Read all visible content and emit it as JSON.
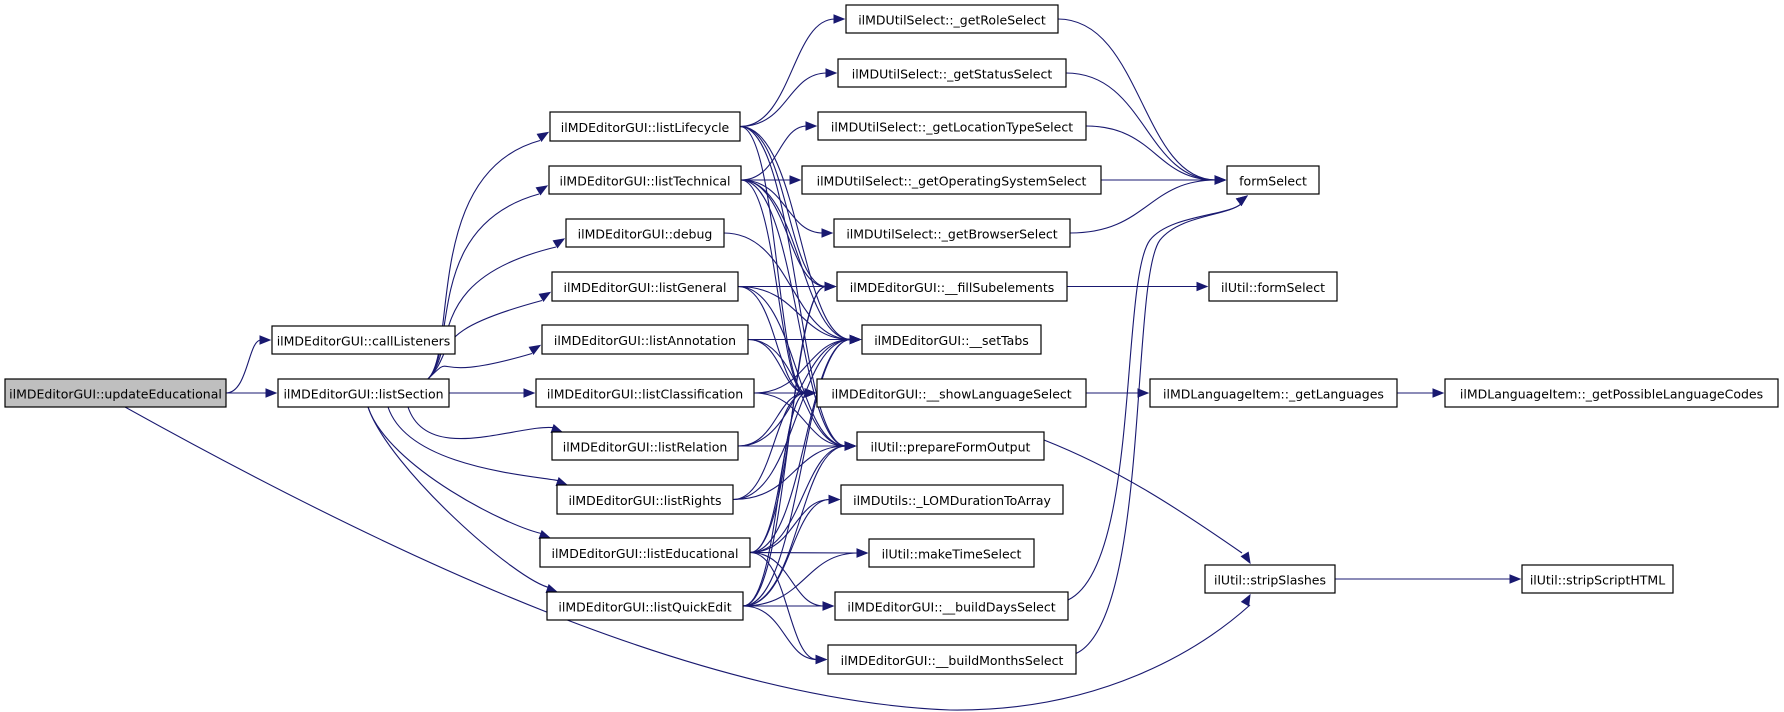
{
  "title": "Call graph of ilMDEditorGUI::updateEducational",
  "colors": {
    "edge": "#191970",
    "root_fill": "#bfbfbf",
    "node_fill": "#ffffff",
    "border": "#000000"
  },
  "nodes": [
    {
      "id": "updateEducational",
      "label": "ilMDEditorGUI::updateEducational",
      "root": true
    },
    {
      "id": "callListeners",
      "label": "ilMDEditorGUI::callListeners"
    },
    {
      "id": "listSection",
      "label": "ilMDEditorGUI::listSection"
    },
    {
      "id": "listLifecycle",
      "label": "ilMDEditorGUI::listLifecycle"
    },
    {
      "id": "listTechnical",
      "label": "ilMDEditorGUI::listTechnical"
    },
    {
      "id": "debug",
      "label": "ilMDEditorGUI::debug"
    },
    {
      "id": "listGeneral",
      "label": "ilMDEditorGUI::listGeneral"
    },
    {
      "id": "listAnnotation",
      "label": "ilMDEditorGUI::listAnnotation"
    },
    {
      "id": "listClassification",
      "label": "ilMDEditorGUI::listClassification"
    },
    {
      "id": "listRelation",
      "label": "ilMDEditorGUI::listRelation"
    },
    {
      "id": "listRights",
      "label": "ilMDEditorGUI::listRights"
    },
    {
      "id": "listEducational",
      "label": "ilMDEditorGUI::listEducational"
    },
    {
      "id": "listQuickEdit",
      "label": "ilMDEditorGUI::listQuickEdit"
    },
    {
      "id": "getRoleSelect",
      "label": "ilMDUtilSelect::_getRoleSelect"
    },
    {
      "id": "getStatusSelect",
      "label": "ilMDUtilSelect::_getStatusSelect"
    },
    {
      "id": "getLocationTypeSelect",
      "label": "ilMDUtilSelect::_getLocationTypeSelect"
    },
    {
      "id": "getOperatingSystemSelect",
      "label": "ilMDUtilSelect::_getOperatingSystemSelect"
    },
    {
      "id": "getBrowserSelect",
      "label": "ilMDUtilSelect::_getBrowserSelect"
    },
    {
      "id": "fillSubelements",
      "label": "ilMDEditorGUI::__fillSubelements"
    },
    {
      "id": "setTabs",
      "label": "ilMDEditorGUI::__setTabs"
    },
    {
      "id": "showLanguageSelect",
      "label": "ilMDEditorGUI::__showLanguageSelect"
    },
    {
      "id": "prepareFormOutput",
      "label": "ilUtil::prepareFormOutput"
    },
    {
      "id": "LOMDurationToArray",
      "label": "ilMDUtils::_LOMDurationToArray"
    },
    {
      "id": "makeTimeSelect",
      "label": "ilUtil::makeTimeSelect"
    },
    {
      "id": "buildDaysSelect",
      "label": "ilMDEditorGUI::__buildDaysSelect"
    },
    {
      "id": "buildMonthsSelect",
      "label": "ilMDEditorGUI::__buildMonthsSelect"
    },
    {
      "id": "formSelect",
      "label": "formSelect"
    },
    {
      "id": "ilUtilFormSelect",
      "label": "ilUtil::formSelect"
    },
    {
      "id": "getLanguages",
      "label": "ilMDLanguageItem::_getLanguages"
    },
    {
      "id": "getPossibleLanguageCodes",
      "label": "ilMDLanguageItem::_getPossibleLanguageCodes"
    },
    {
      "id": "stripSlashes",
      "label": "ilUtil::stripSlashes"
    },
    {
      "id": "stripScriptHTML",
      "label": "ilUtil::stripScriptHTML"
    }
  ],
  "edges": [
    [
      "updateEducational",
      "callListeners"
    ],
    [
      "updateEducational",
      "listSection"
    ],
    [
      "updateEducational",
      "stripSlashes"
    ],
    [
      "listSection",
      "listLifecycle"
    ],
    [
      "listSection",
      "listTechnical"
    ],
    [
      "listSection",
      "debug"
    ],
    [
      "listSection",
      "listGeneral"
    ],
    [
      "listSection",
      "listAnnotation"
    ],
    [
      "listSection",
      "listClassification"
    ],
    [
      "listSection",
      "listRelation"
    ],
    [
      "listSection",
      "listRights"
    ],
    [
      "listSection",
      "listEducational"
    ],
    [
      "listSection",
      "listQuickEdit"
    ],
    [
      "listLifecycle",
      "getRoleSelect"
    ],
    [
      "listLifecycle",
      "getStatusSelect"
    ],
    [
      "listLifecycle",
      "fillSubelements"
    ],
    [
      "listLifecycle",
      "setTabs"
    ],
    [
      "listLifecycle",
      "showLanguageSelect"
    ],
    [
      "listLifecycle",
      "prepareFormOutput"
    ],
    [
      "listTechnical",
      "getLocationTypeSelect"
    ],
    [
      "listTechnical",
      "getOperatingSystemSelect"
    ],
    [
      "listTechnical",
      "getBrowserSelect"
    ],
    [
      "listTechnical",
      "fillSubelements"
    ],
    [
      "listTechnical",
      "setTabs"
    ],
    [
      "listTechnical",
      "showLanguageSelect"
    ],
    [
      "listTechnical",
      "prepareFormOutput"
    ],
    [
      "debug",
      "setTabs"
    ],
    [
      "listGeneral",
      "fillSubelements"
    ],
    [
      "listGeneral",
      "setTabs"
    ],
    [
      "listGeneral",
      "showLanguageSelect"
    ],
    [
      "listGeneral",
      "prepareFormOutput"
    ],
    [
      "listAnnotation",
      "setTabs"
    ],
    [
      "listAnnotation",
      "showLanguageSelect"
    ],
    [
      "listAnnotation",
      "prepareFormOutput"
    ],
    [
      "listClassification",
      "setTabs"
    ],
    [
      "listClassification",
      "showLanguageSelect"
    ],
    [
      "listClassification",
      "prepareFormOutput"
    ],
    [
      "listRelation",
      "setTabs"
    ],
    [
      "listRelation",
      "showLanguageSelect"
    ],
    [
      "listRelation",
      "prepareFormOutput"
    ],
    [
      "listRights",
      "setTabs"
    ],
    [
      "listRights",
      "showLanguageSelect"
    ],
    [
      "listRights",
      "prepareFormOutput"
    ],
    [
      "listEducational",
      "fillSubelements"
    ],
    [
      "listEducational",
      "setTabs"
    ],
    [
      "listEducational",
      "showLanguageSelect"
    ],
    [
      "listEducational",
      "prepareFormOutput"
    ],
    [
      "listEducational",
      "LOMDurationToArray"
    ],
    [
      "listEducational",
      "makeTimeSelect"
    ],
    [
      "listEducational",
      "buildDaysSelect"
    ],
    [
      "listEducational",
      "buildMonthsSelect"
    ],
    [
      "listQuickEdit",
      "fillSubelements"
    ],
    [
      "listQuickEdit",
      "setTabs"
    ],
    [
      "listQuickEdit",
      "showLanguageSelect"
    ],
    [
      "listQuickEdit",
      "prepareFormOutput"
    ],
    [
      "listQuickEdit",
      "LOMDurationToArray"
    ],
    [
      "listQuickEdit",
      "makeTimeSelect"
    ],
    [
      "listQuickEdit",
      "buildDaysSelect"
    ],
    [
      "listQuickEdit",
      "buildMonthsSelect"
    ],
    [
      "getRoleSelect",
      "formSelect"
    ],
    [
      "getStatusSelect",
      "formSelect"
    ],
    [
      "getLocationTypeSelect",
      "formSelect"
    ],
    [
      "getOperatingSystemSelect",
      "formSelect"
    ],
    [
      "getBrowserSelect",
      "formSelect"
    ],
    [
      "buildDaysSelect",
      "formSelect"
    ],
    [
      "buildMonthsSelect",
      "formSelect"
    ],
    [
      "fillSubelements",
      "ilUtilFormSelect"
    ],
    [
      "showLanguageSelect",
      "getLanguages"
    ],
    [
      "getLanguages",
      "getPossibleLanguageCodes"
    ],
    [
      "prepareFormOutput",
      "stripSlashes"
    ],
    [
      "stripSlashes",
      "stripScriptHTML"
    ]
  ]
}
